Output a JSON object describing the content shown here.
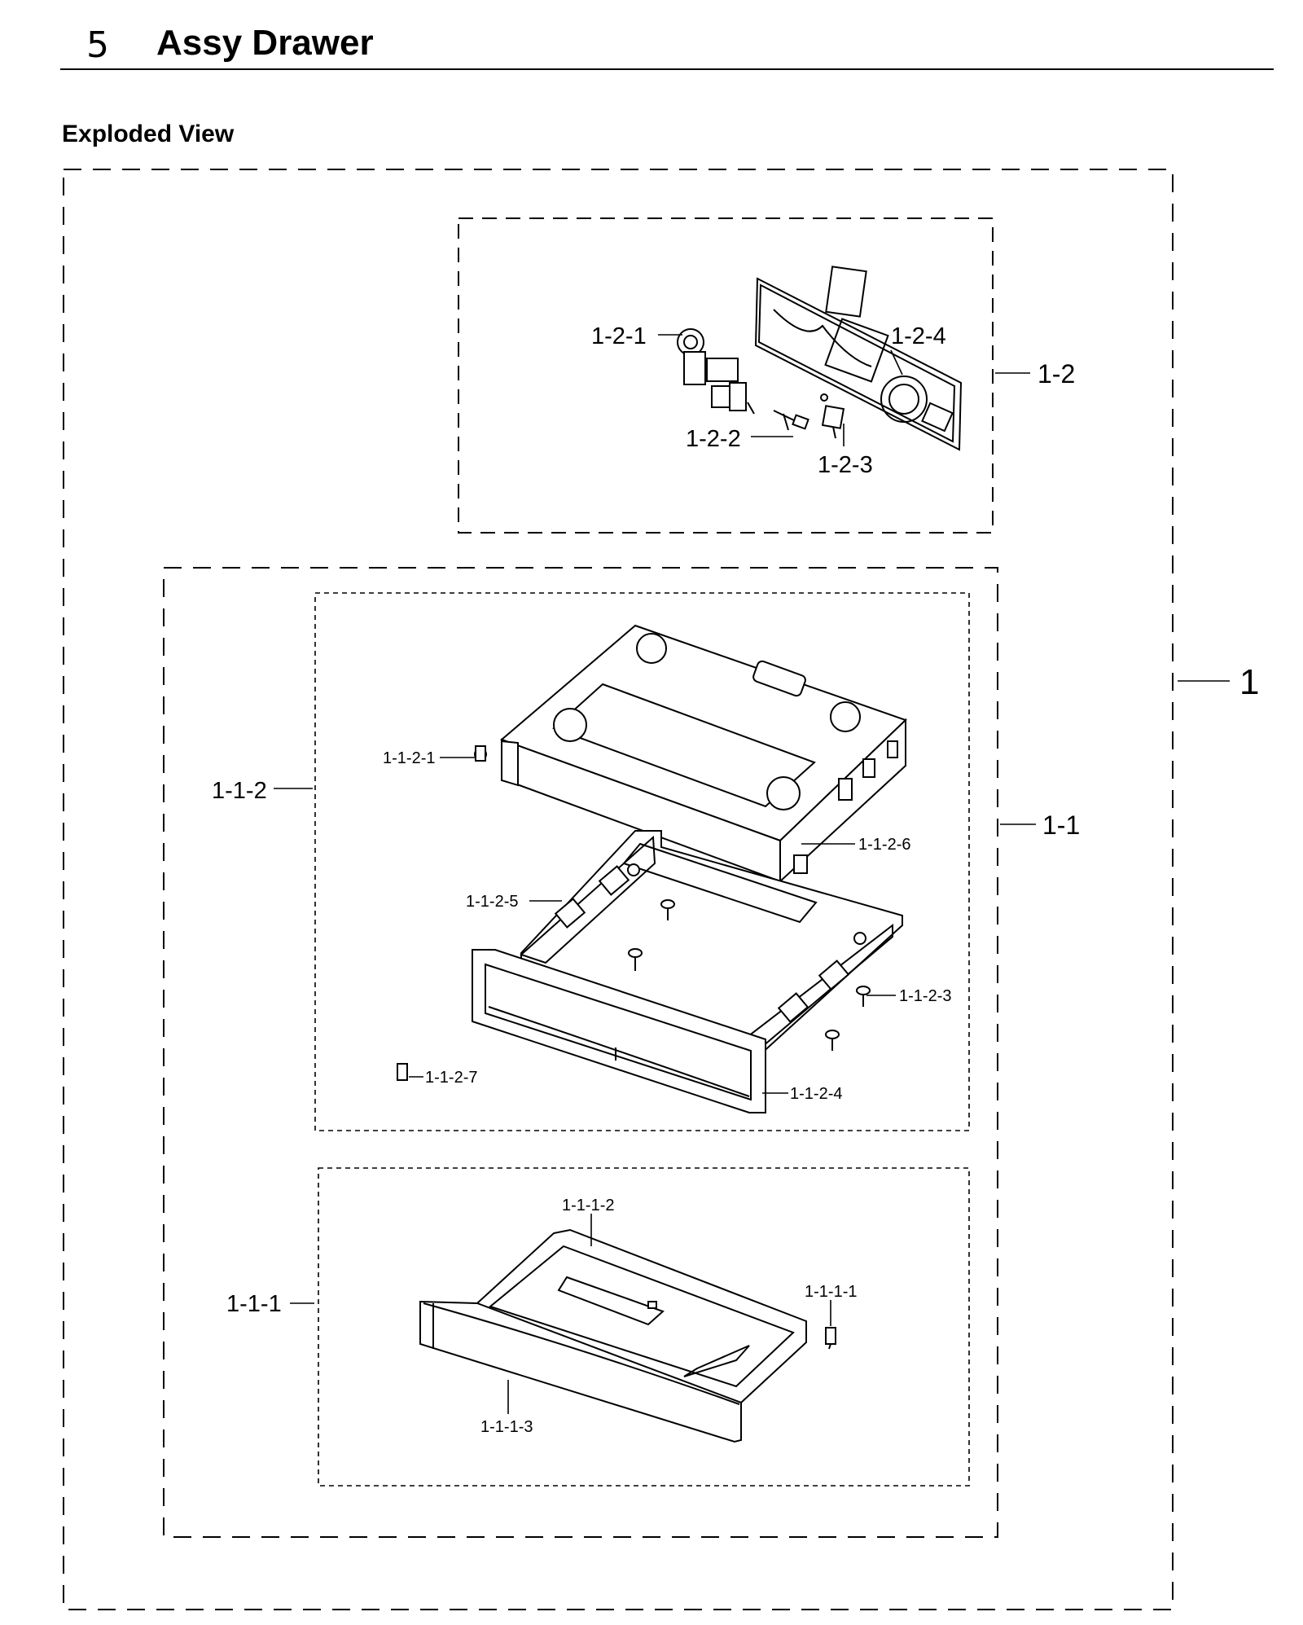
{
  "header": {
    "section_number": "5",
    "title": "Assy Drawer"
  },
  "subtitle": "Exploded View",
  "callouts": {
    "c1": "1",
    "c1_1": "1-1",
    "c1_2": "1-2",
    "c1_2_1": "1-2-1",
    "c1_2_2": "1-2-2",
    "c1_2_3": "1-2-3",
    "c1_2_4": "1-2-4",
    "c1_1_2": "1-1-2",
    "c1_1_1": "1-1-1",
    "c1_1_2_1": "1-1-2-1",
    "c1_1_2_3": "1-1-2-3",
    "c1_1_2_4": "1-1-2-4",
    "c1_1_2_5": "1-1-2-5",
    "c1_1_2_6": "1-1-2-6",
    "c1_1_2_7": "1-1-2-7",
    "c1_1_1_1": "1-1-1-1",
    "c1_1_1_2": "1-1-1-2",
    "c1_1_1_3": "1-1-1-3"
  }
}
